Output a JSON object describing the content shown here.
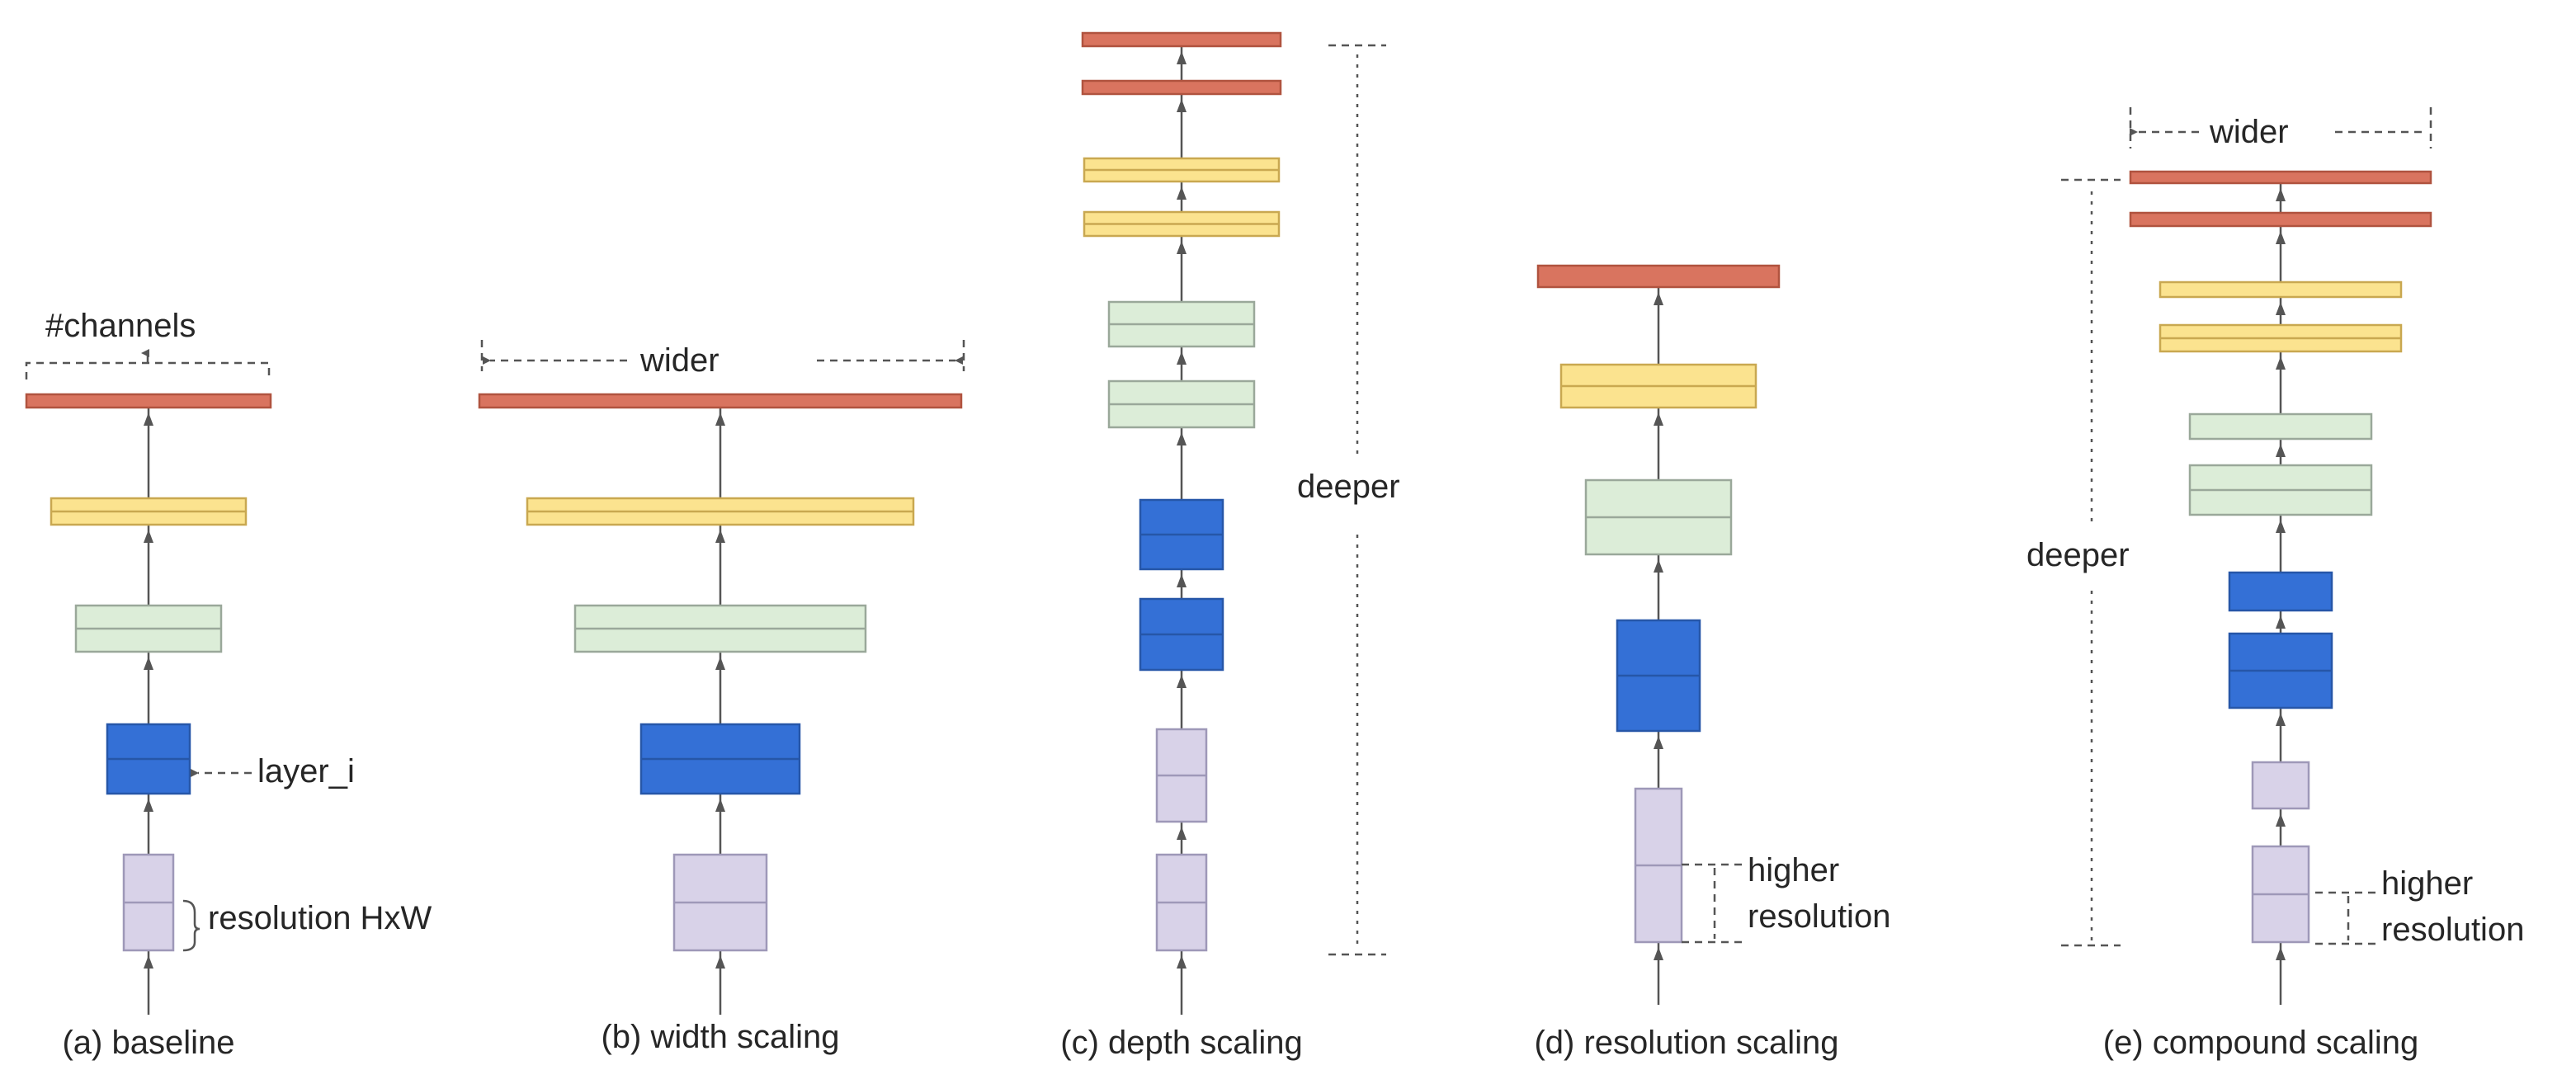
{
  "colors": {
    "red": "#d9745f",
    "red_stroke": "#b0533f",
    "yellow": "#fbe38f",
    "yellow_stroke": "#c9a850",
    "green": "#dcedd8",
    "green_stroke": "#9aa89a",
    "blue": "#3470d6",
    "blue_stroke": "#2656a8",
    "purple": "#d8d2e8",
    "purple_stroke": "#9e98b8",
    "line": "#555555"
  },
  "panels": [
    {
      "id": "baseline",
      "caption": "(a) baseline"
    },
    {
      "id": "width",
      "caption": "(b) width scaling"
    },
    {
      "id": "depth",
      "caption": "(c) depth scaling"
    },
    {
      "id": "resolution",
      "caption": "(d) resolution scaling"
    },
    {
      "id": "compound",
      "caption": "(e) compound scaling"
    }
  ],
  "annotations": {
    "channels": "#channels",
    "layer": "layer_i",
    "resolution_hw": "resolution HxW",
    "wider_b": "wider",
    "deeper_c": "deeper",
    "higher_d": "higher",
    "resolution_d": "resolution",
    "wider_e": "wider",
    "deeper_e": "deeper",
    "higher_e": "higher",
    "resolution_e": "resolution"
  }
}
